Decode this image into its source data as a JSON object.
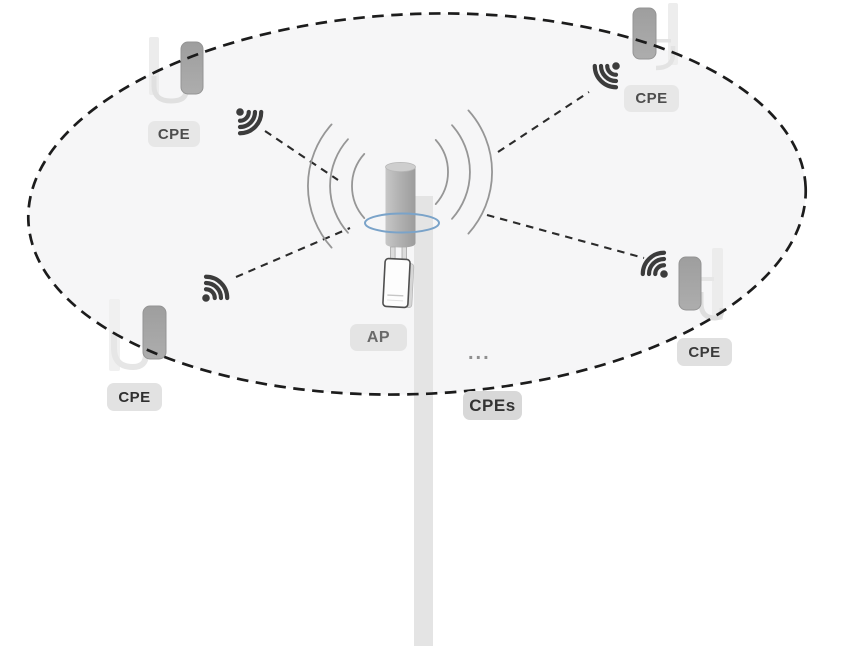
{
  "diagram": {
    "coverage_area": {
      "shape": "dashed-ellipse",
      "fill": "#f6f6f7",
      "stroke": "#1c1c1c"
    },
    "ap": {
      "label": "AP",
      "rotation_ring_color": "#7aa3c9"
    },
    "cpes": [
      {
        "position": "top-left",
        "label": "CPE"
      },
      {
        "position": "top-right",
        "label": "CPE"
      },
      {
        "position": "right",
        "label": "CPE"
      },
      {
        "position": "bottom-left",
        "label": "CPE"
      }
    ],
    "more_cpes": {
      "ellipsis": "...",
      "label": "CPEs"
    },
    "colors": {
      "device_gray": "#a9a9a9",
      "pole_gray": "#ececec",
      "label_bg": "#e5e5e5",
      "label_text": "#444444",
      "signal_icon": "#3c3c3c",
      "link_dash": "#2b2b2b",
      "ap_wave_gray": "#969696"
    }
  }
}
